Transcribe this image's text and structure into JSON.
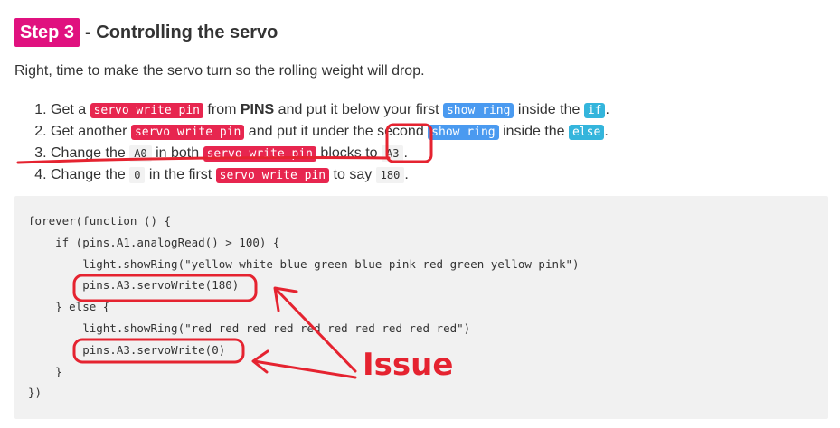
{
  "heading": {
    "step_label": "Step 3",
    "title": "- Controlling the servo"
  },
  "intro": "Right, time to make the servo turn so the rolling weight will drop.",
  "steps": [
    {
      "t1": "Get a ",
      "b1": "servo write pin",
      "t2": " from ",
      "t2b": "PINS",
      "t3": " and put it below your first ",
      "b2": "show ring",
      "t4": " inside the ",
      "b3": "if",
      "t5": "."
    },
    {
      "t1": "Get another ",
      "b1": "servo write pin",
      "t2": " and put it under the second ",
      "b2": "show ring",
      "t3": " inside the ",
      "b3": "else",
      "t4": "."
    },
    {
      "t1": "Change the ",
      "c1": "A0",
      "t2": " in both ",
      "b1": "servo write pin",
      "t3": " blocks to ",
      "c2": "A3",
      "t4": "."
    },
    {
      "t1": "Change the ",
      "c1": "0",
      "t2": " in the first ",
      "b1": "servo write pin",
      "t3": " to say ",
      "c2": "180",
      "t4": "."
    }
  ],
  "code_lines": [
    "forever(function () {",
    "    if (pins.A1.analogRead() > 100) {",
    "        light.showRing(\"yellow white blue green blue pink red green yellow pink\")",
    "        pins.A3.servoWrite(180)",
    "    } else {",
    "        light.showRing(\"red red red red red red red red red red\")",
    "        pins.A3.servoWrite(0)",
    "    }",
    "})"
  ],
  "annotation": {
    "label": "Issue",
    "color": "#e52330"
  },
  "colors": {
    "step_badge": "#e0117f",
    "block_pink": "#e7264f",
    "block_blue": "#4a9af0",
    "block_cyan": "#34b5dc",
    "code_bg": "#f1f1f1"
  }
}
